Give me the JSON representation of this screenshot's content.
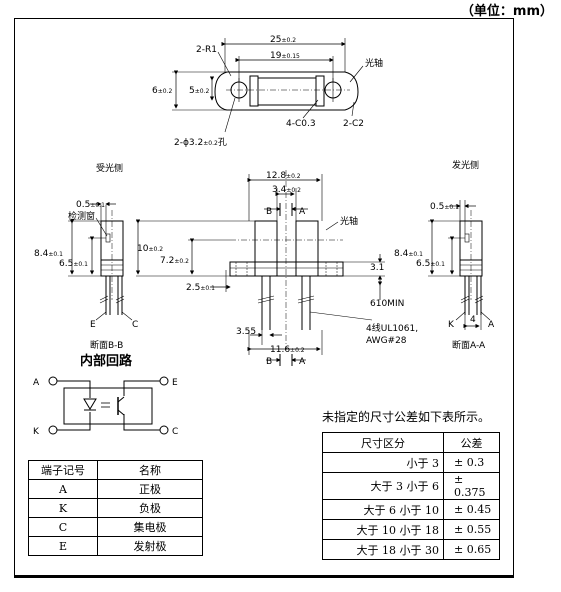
{
  "unit_label": "（单位：mm）",
  "top_view": {
    "r1": "2-R1",
    "d25": "25",
    "d25_tol": "±0.2",
    "d19": "19",
    "d19_tol": "±0.15",
    "d6": "6",
    "d6_tol": "±0.2",
    "d5": "5",
    "d5_tol": "±0.2",
    "axis": "光轴",
    "hole": "2-ϕ3.2",
    "hole_tol": "±0.2",
    "hole_suffix": "孔",
    "c03": "4-C0.3",
    "c2": "2-C2"
  },
  "left_view": {
    "title": "受光侧",
    "d05": "0.5",
    "d05_tol": "±0.1",
    "window": "检测窗",
    "d84": "8.4",
    "d84_tol": "±0.1",
    "d65": "6.5",
    "d65_tol": "±0.1",
    "pin_e": "E",
    "pin_c": "C",
    "section": "断面B-B"
  },
  "front_view": {
    "d128": "12.8",
    "d128_tol": "±0.2",
    "d34": "3.4",
    "d34_tol": "±0.2",
    "b": "B",
    "a": "A",
    "axis": "光轴",
    "d10": "10",
    "d10_tol": "±0.2",
    "d72": "7.2",
    "d72_tol": "±0.2",
    "d31": "3.1",
    "d25": "2.5",
    "d25_tol": "±0.1",
    "d610": "610MIN",
    "wire1": "4线UL1061,",
    "wire2": "AWG#28",
    "d355": "3.55",
    "d116": "11.6",
    "d116_tol": "±0.2",
    "b2": "B",
    "a2": "A"
  },
  "right_view": {
    "title": "发光侧",
    "d05": "0.5",
    "d05_tol": "±0.1",
    "d84": "8.4",
    "d84_tol": "±0.1",
    "d65": "6.5",
    "d65_tol": "±0.1",
    "d4": "4",
    "pin_k": "K",
    "pin_a": "A",
    "section": "断面A-A"
  },
  "circuit": {
    "title": "内部回路",
    "a": "A",
    "k": "K",
    "e": "E",
    "c": "C"
  },
  "pin_table": {
    "headers": [
      "端子记号",
      "名称"
    ],
    "rows": [
      [
        "A",
        "正极"
      ],
      [
        "K",
        "负极"
      ],
      [
        "C",
        "集电极"
      ],
      [
        "E",
        "发射极"
      ]
    ]
  },
  "tolerance": {
    "note": "未指定的尺寸公差如下表所示。",
    "headers": [
      "尺寸区分",
      "公差"
    ],
    "rows": [
      [
        "小于 3",
        "± 0.3"
      ],
      [
        "大于 3 小于 6",
        "± 0.375"
      ],
      [
        "大于 6 小于 10",
        "± 0.45"
      ],
      [
        "大于 10 小于 18",
        "± 0.55"
      ],
      [
        "大于 18 小于 30",
        "± 0.65"
      ]
    ]
  }
}
